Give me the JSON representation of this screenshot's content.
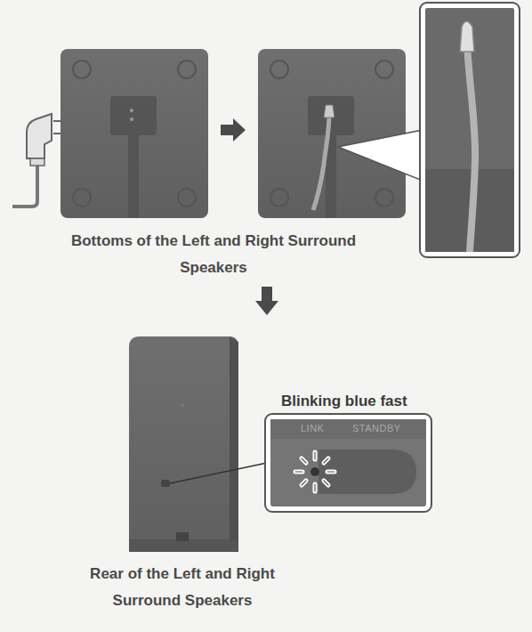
{
  "diagram": {
    "nodes": [
      {
        "text": [
          "Blinking blue fast",
          "LINK",
          "STANDBY"
        ]
      }
    ],
    "labels": [
      "Bottoms of the Left and Right Surround Speakers",
      "Rear of the Left and Right Surround Speakers"
    ]
  }
}
